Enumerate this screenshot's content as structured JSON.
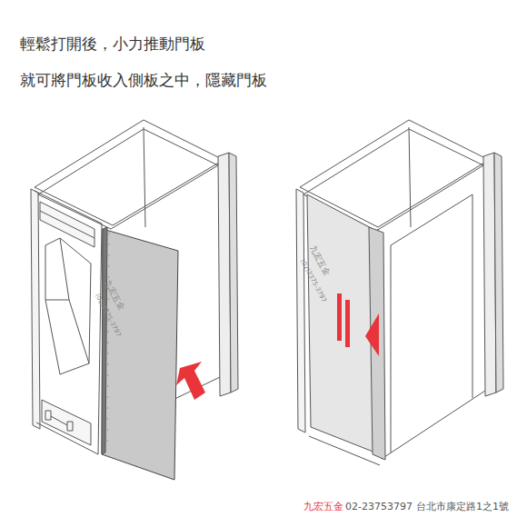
{
  "diagram": {
    "labels": [
      "輕鬆打開後，小力推動門板",
      "就可將門板收入側板之中，隱藏門板",
      "九宏五金",
      "(02)2375-3797",
      "九宏五金",
      "(02)2375-3797",
      "九宏五金",
      "02-23753797",
      "台北市康定路1之1號"
    ]
  }
}
